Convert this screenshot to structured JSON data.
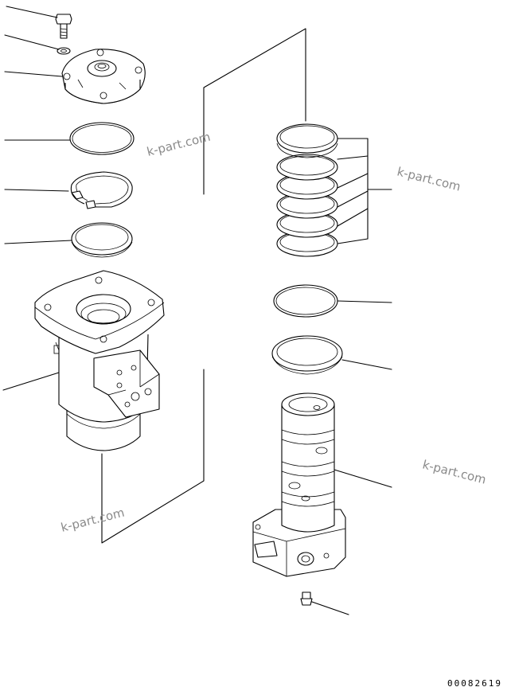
{
  "watermarks": [
    {
      "text": "k-part.com"
    },
    {
      "text": "k-part.com"
    },
    {
      "text": "k-part.com"
    },
    {
      "text": "k-part.com"
    }
  ],
  "drawing_code": "00082619"
}
